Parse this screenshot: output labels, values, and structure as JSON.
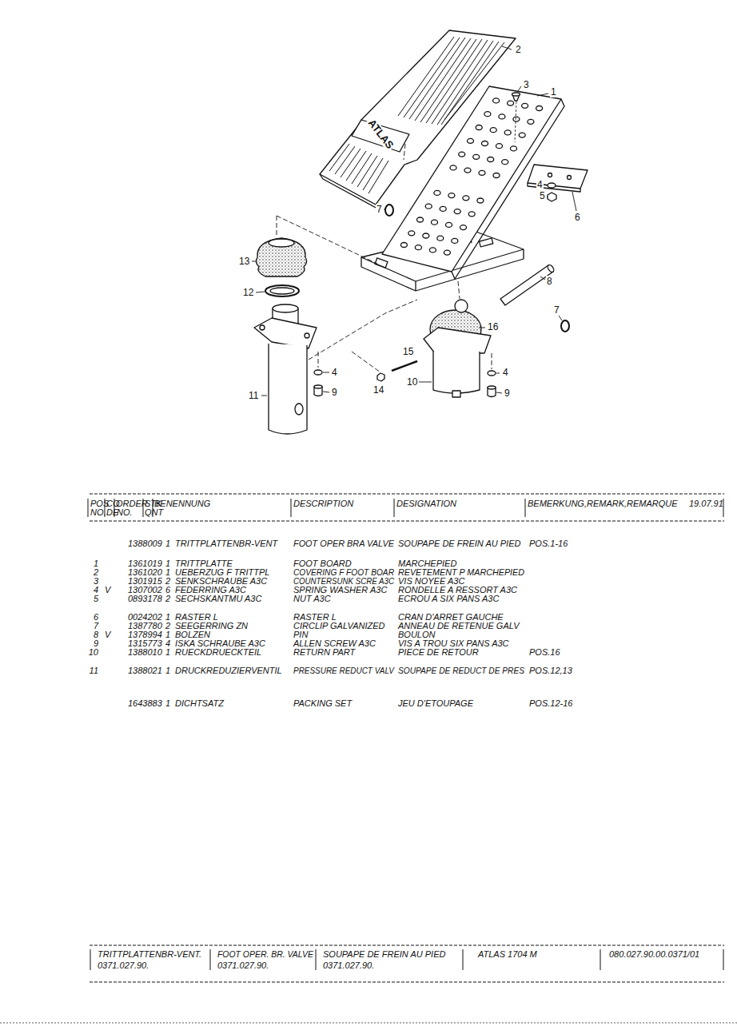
{
  "diagram": {
    "labels": [
      "2",
      "3",
      "1",
      "ATLAS",
      "4",
      "5",
      "6",
      "7",
      "13",
      "8",
      "12",
      "7",
      "16",
      "4",
      "15",
      "4",
      "10",
      "14",
      "9",
      "9",
      "11",
      "POS",
      "CO",
      "ORDER",
      "STK",
      "BENENNUNG",
      "DESCRIPTION",
      "DESIGNATION",
      "BEMERKUNG,REMARK,REMARQUE",
      "19.07.91",
      "NO.",
      "DE",
      "NO.",
      "QNT",
      "1388009",
      "1",
      "TRITTPLATTENBR-VENT",
      "FOOT OPER BRA VALVE",
      "SOUPAPE DE FREIN AU PIED",
      "POS.1-16",
      "1",
      "1361019",
      "1",
      "TRITTPLATTE",
      "FOOT BOARD",
      "MARCHEPIED",
      "2",
      "1361020",
      "1",
      "UEBERZUG F TRITTPL",
      "COVERING F FOOT BOAR",
      "REVETEMENT P MARCHEPIED",
      "3",
      "1301915",
      "2",
      "SENKSCHRAUBE A3C",
      "COUNTERSUNK SCRE A3C",
      "VIS NOYEE A3C",
      "4",
      "V",
      "1307002",
      "6",
      "FEDERRING A3C",
      "SPRING WASHER A3C",
      "RONDELLE A RESSORT A3C",
      "5",
      "0893178",
      "2",
      "SECHSKANTMU A3C",
      "NUT A3C",
      "ECROU A SIX PANS A3C",
      "6",
      "0024202",
      "1",
      "RASTER L",
      "RASTER L",
      "CRAN D'ARRET GAUCHE",
      "7",
      "1387780",
      "2",
      "SEEGERRING ZN",
      "CIRCLIP GALVANIZED",
      "ANNEAU DE RETENUE GALV",
      "8",
      "V",
      "1378994",
      "1",
      "BOLZEN",
      "PIN",
      "BOULON",
      "9",
      "1315773",
      "4",
      "ISKA SCHRAUBE A3C",
      "ALLEN SCREW A3C",
      "VIS A TROU SIX PANS A3C",
      "10",
      "1388010",
      "1",
      "RUECKDRUECKTEIL",
      "RETURN PART",
      "PIECE DE RETOUR",
      "POS.16",
      "11",
      "1388021",
      "1",
      "DRUCKREDUZIERVENTIL",
      "PRESSURE REDUCT VALV",
      "SOUPAPE DE REDUCT DE PRES",
      "POS.12,13",
      "1643883",
      "1",
      "DICHTSATZ",
      "PACKING SET",
      "JEU D'ETOUPAGE",
      "POS.12-16",
      "TRITTPLATTENBR-VENT.",
      "FOOT OPER. BR. VALVE",
      "SOUPAPE DE FREIN AU PIED",
      "ATLAS 1704 M",
      "080.027.90.00.0371/01",
      "0371.027.90.",
      "0371.027.90.",
      "0371.027.90."
    ]
  }
}
